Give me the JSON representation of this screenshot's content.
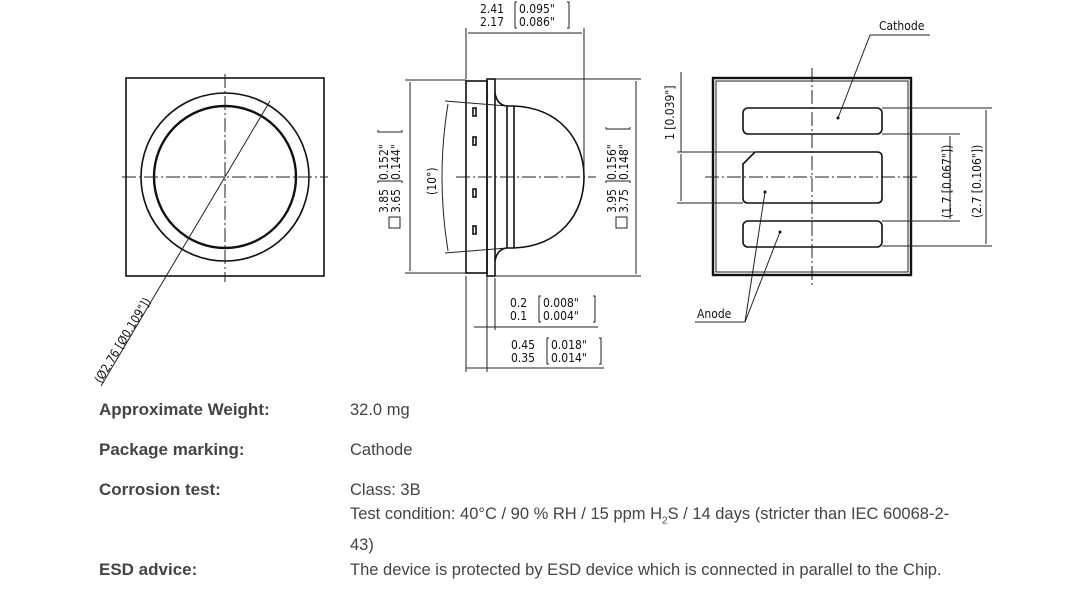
{
  "drawing": {
    "top_view": {
      "diameter_label": "(Ø2.76 [Ø0.109\"])"
    },
    "side_view": {
      "left_dim": {
        "max": "3.85",
        "min": "3.65",
        "max_in": "0.152\"",
        "min_in": "0.144\""
      },
      "right_dim": {
        "max": "3.95",
        "min": "3.75",
        "max_in": "0.156\"",
        "min_in": "0.148\""
      },
      "top_dim": {
        "max": "2.41",
        "min": "2.17",
        "max_in": "0.095\"",
        "min_in": "0.086\""
      },
      "flange_dim": {
        "max": "0.2",
        "min": "0.1",
        "max_in": "0.008\"",
        "min_in": "0.004\""
      },
      "base_dim": {
        "max": "0.45",
        "min": "0.35",
        "max_in": "0.018\"",
        "min_in": "0.014\""
      },
      "angle_label": "(10°)"
    },
    "bottom_view": {
      "cathode_label": "Cathode",
      "anode_label": "Anode",
      "pitch_dim": "1 [0.039\"]",
      "inner_dim": "(1.7 [0.067\"])",
      "outer_dim": "(2.7 [0.106\"])"
    }
  },
  "properties": [
    {
      "label": "Approximate Weight:",
      "value": "32.0 mg"
    },
    {
      "label": "Package marking:",
      "value": "Cathode"
    },
    {
      "label": "Corrosion test:",
      "value": "Class: 3B",
      "value2_pre": "Test condition: 40°C / 90 % RH / 15 ppm H",
      "value2_sub": "2",
      "value2_post": "S / 14 days (stricter than IEC 60068-2-43)"
    },
    {
      "label": "ESD advice:",
      "value": "The device is protected by ESD device which is connected in parallel to the Chip."
    }
  ]
}
